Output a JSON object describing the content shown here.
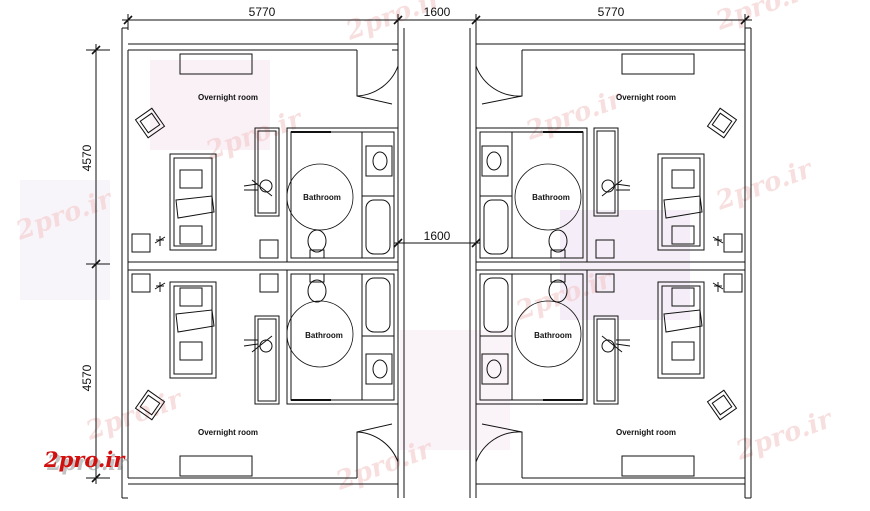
{
  "dimensions": {
    "top_left_width": "5770",
    "top_corridor_width": "1600",
    "top_right_width": "5770",
    "mid_corridor_width": "1600",
    "left_upper_height": "4570",
    "left_lower_height": "4570"
  },
  "rooms": {
    "top_left_label": "Overnight room",
    "top_right_label": "Overnight room",
    "bottom_left_label": "Overnight room",
    "bottom_right_label": "Overnight room"
  },
  "bathrooms": {
    "top_left_label": "Bathroom",
    "top_right_label": "Bathroom",
    "bottom_left_label": "Bathroom",
    "bottom_right_label": "Bathroom"
  },
  "watermark": {
    "text": "2pro.ir",
    "logo_text": "2pro.ir"
  },
  "colors": {
    "line": "#111111",
    "logo_red": "#d10f0f",
    "watermark_pink": "#f3c6c6"
  }
}
